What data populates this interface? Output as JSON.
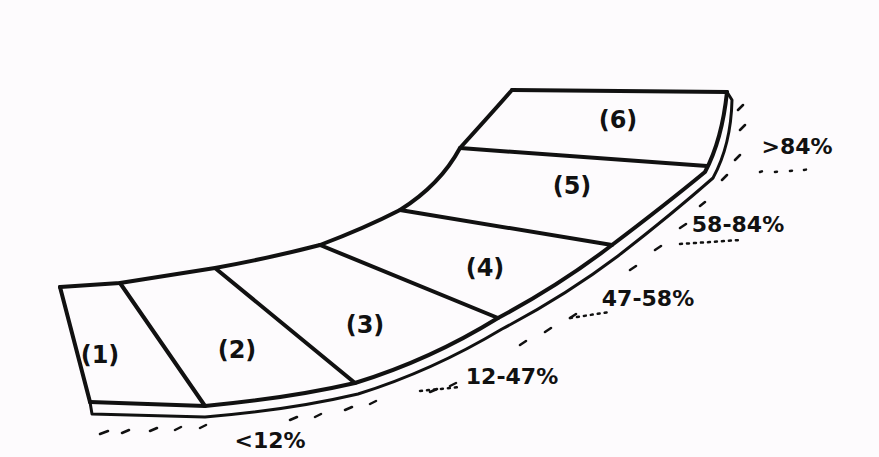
{
  "diagram": {
    "nodes": [
      {
        "text": [
          "(1)"
        ]
      },
      {
        "text": [
          "(2)"
        ]
      },
      {
        "text": [
          "(3)"
        ]
      },
      {
        "text": [
          "(4)"
        ]
      },
      {
        "text": [
          "(5)"
        ]
      },
      {
        "text": [
          "(6)"
        ]
      }
    ],
    "labels": [
      ">84%",
      "58-84%",
      "47-58%",
      "12-47%",
      "<12%"
    ]
  }
}
